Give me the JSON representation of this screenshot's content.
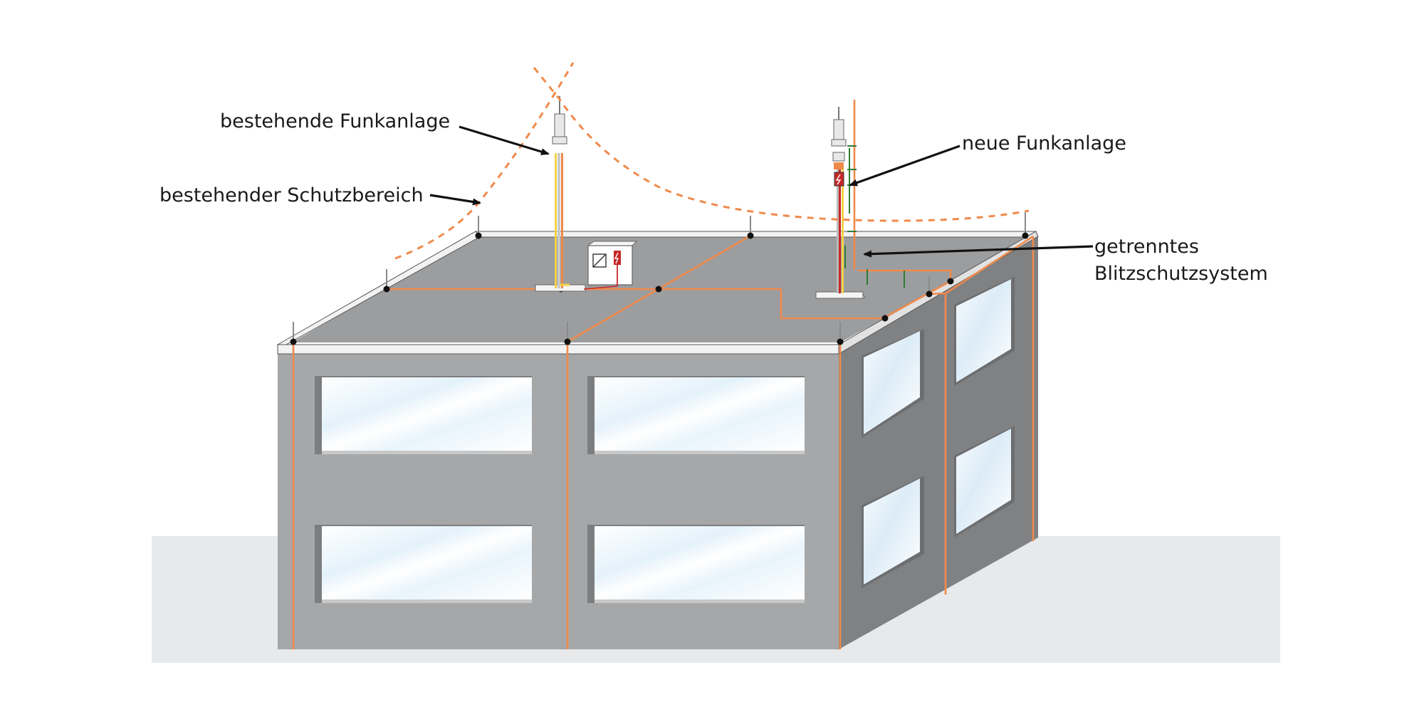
{
  "labels": {
    "existing_radio": "bestehende Funkanlage",
    "existing_protection": "bestehender Schutzbereich",
    "new_radio": "neue Funkanlage",
    "separated_lps_line1": "getrenntes",
    "separated_lps_line2": "Blitzschutzsystem"
  },
  "colors": {
    "lightning_conductor": "#f08a4b",
    "protection_zone": "#f08a4b",
    "facade_front": "#a6a7a9",
    "facade_side": "#808183",
    "roof": "#9c9d9f",
    "ground": "#e8e9ea",
    "earthing_wire": "#2e7d32"
  },
  "icons": {
    "mast_existing": "antenna-mast-icon",
    "mast_new": "antenna-mast-icon",
    "control_box": "electrical-cabinet-icon",
    "surge_arrester": "lightning-bolt-icon"
  }
}
